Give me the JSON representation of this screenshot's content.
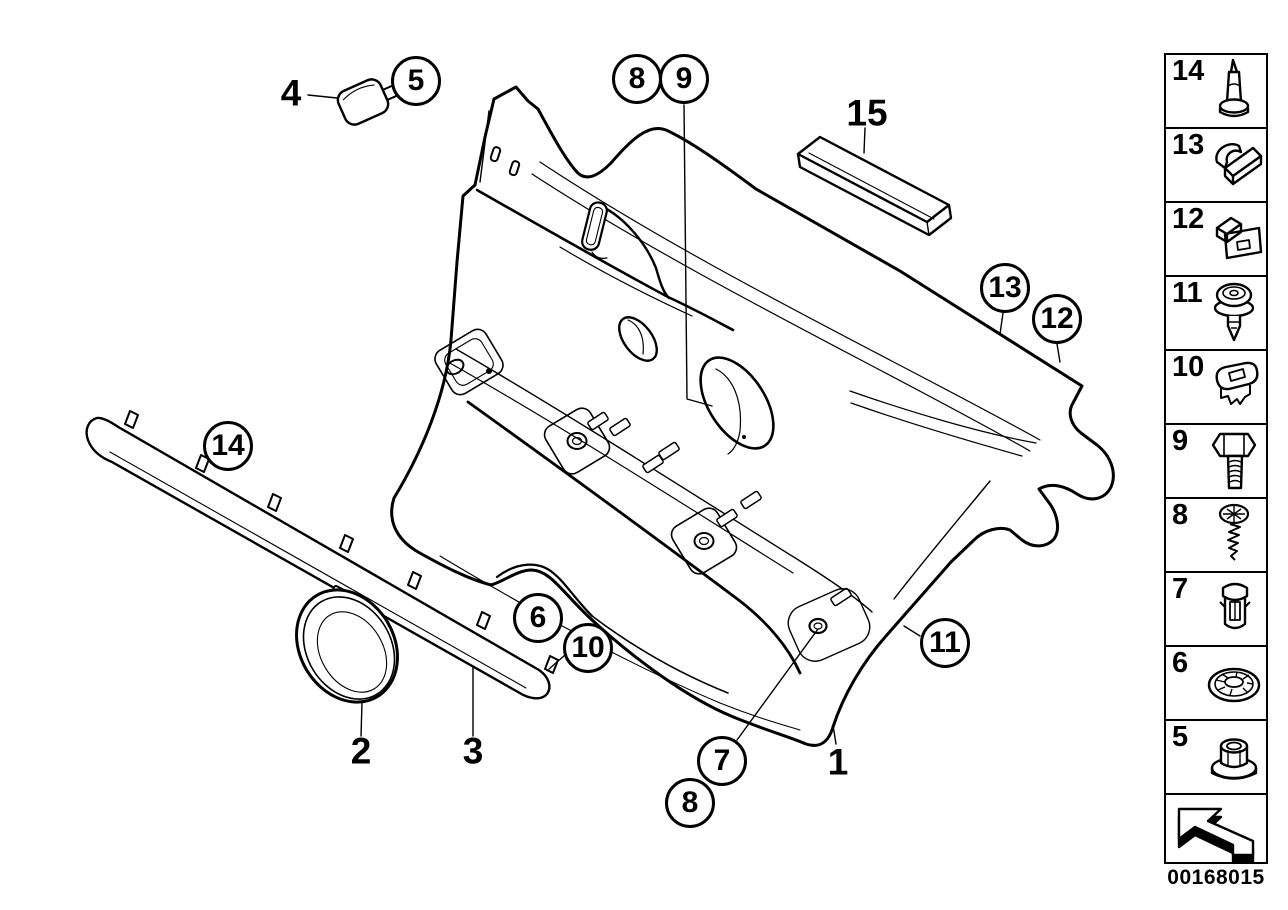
{
  "part_number": "00168015",
  "sidebar": {
    "items": [
      {
        "number": "14",
        "icon": "expanding-rivet-pin-icon"
      },
      {
        "number": "13",
        "icon": "spring-clip-icon"
      },
      {
        "number": "12",
        "icon": "covering-cap-clip-icon"
      },
      {
        "number": "11",
        "icon": "push-rivet-icon"
      },
      {
        "number": "10",
        "icon": "cage-nut-icon"
      },
      {
        "number": "9",
        "icon": "hex-bolt-icon"
      },
      {
        "number": "8",
        "icon": "phillips-screw-icon"
      },
      {
        "number": "7",
        "icon": "expanding-nut-icon"
      },
      {
        "number": "6",
        "icon": "claw-washer-icon"
      },
      {
        "number": "5",
        "icon": "flange-nut-icon"
      }
    ],
    "footer_icon": "direction-arrow-icon"
  },
  "callouts": {
    "circled": [
      {
        "label": "5"
      },
      {
        "label": "8"
      },
      {
        "label": "9"
      },
      {
        "label": "13"
      },
      {
        "label": "12"
      },
      {
        "label": "14"
      },
      {
        "label": "6"
      },
      {
        "label": "10"
      },
      {
        "label": "11"
      },
      {
        "label": "7"
      },
      {
        "label": "8"
      }
    ],
    "plain": [
      {
        "label": "4"
      },
      {
        "label": "15"
      },
      {
        "label": "2"
      },
      {
        "label": "3"
      },
      {
        "label": "1"
      }
    ]
  },
  "colors": {
    "line": "#000000",
    "background": "#ffffff"
  }
}
